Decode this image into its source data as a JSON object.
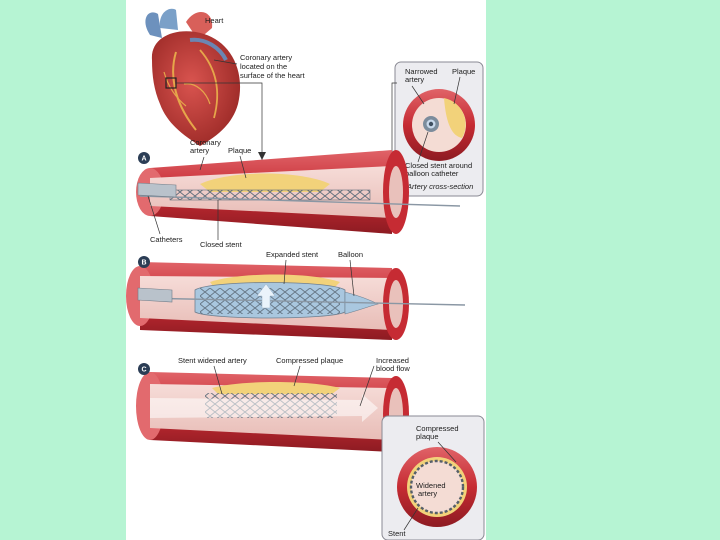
{
  "figure": {
    "heart": {
      "heart_label": "Heart",
      "coronary_location_line1": "Coronary artery",
      "coronary_location_line2": "located on the",
      "coronary_location_line3": "surface of the heart"
    },
    "cross_section_top": {
      "narrowed_line1": "Narrowed",
      "narrowed_line2": "artery",
      "plaque": "Plaque",
      "closed_stent_line1": "Closed stent around",
      "closed_stent_line2": "balloon catheter",
      "caption": "Artery cross-section"
    },
    "step_a": {
      "marker": "A",
      "coronary_line1": "Coronary",
      "coronary_line2": "artery",
      "plaque": "Plaque",
      "catheters": "Catheters",
      "closed_stent": "Closed stent"
    },
    "step_b": {
      "marker": "B",
      "expanded_stent": "Expanded stent",
      "balloon": "Balloon"
    },
    "step_c": {
      "marker": "C",
      "stent_widened_artery": "Stent widened artery",
      "compressed_plaque": "Compressed plaque",
      "increased_line1": "Increased",
      "increased_line2": "blood flow"
    },
    "cross_section_bottom": {
      "compressed_line1": "Compressed",
      "compressed_line2": "plaque",
      "widened_line1": "Widened",
      "widened_line2": "artery",
      "stent": "Stent"
    }
  },
  "colors": {
    "background": "#b6f4d3",
    "panel": "#ffffff",
    "artery_wall": "#c62b33",
    "artery_dark": "#8d1b22",
    "artery_light": "#e26a6e",
    "artery_inner": "#f3d3d0",
    "plaque": "#f2d27a",
    "stent": "#6f7f8f",
    "balloon": "#a9c7df",
    "catheter": "#b9c2cb",
    "flow_arrow": "#ffffff",
    "marker": "#2b3d55"
  }
}
